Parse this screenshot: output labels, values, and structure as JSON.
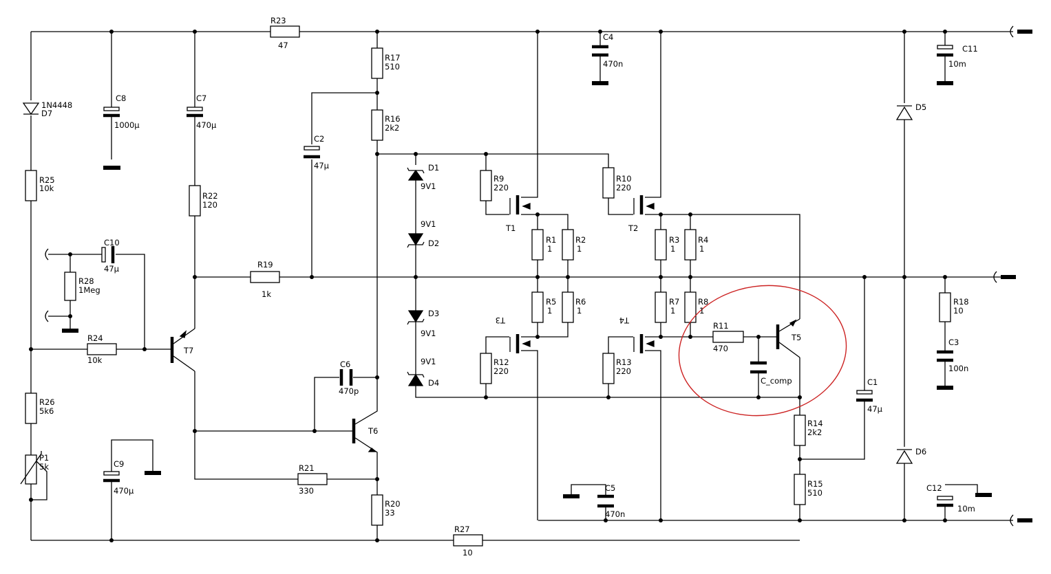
{
  "schematic": {
    "resistors": [
      {
        "id": "R1",
        "value": "1"
      },
      {
        "id": "R2",
        "value": "1"
      },
      {
        "id": "R3",
        "value": "1"
      },
      {
        "id": "R4",
        "value": "1"
      },
      {
        "id": "R5",
        "value": "1"
      },
      {
        "id": "R6",
        "value": "1"
      },
      {
        "id": "R7",
        "value": "1"
      },
      {
        "id": "R8",
        "value": "1"
      },
      {
        "id": "R9",
        "value": "220"
      },
      {
        "id": "R10",
        "value": "220"
      },
      {
        "id": "R11",
        "value": "470"
      },
      {
        "id": "R12",
        "value": "220"
      },
      {
        "id": "R13",
        "value": "220"
      },
      {
        "id": "R14",
        "value": "2k2"
      },
      {
        "id": "R15",
        "value": "510"
      },
      {
        "id": "R16",
        "value": "2k2"
      },
      {
        "id": "R17",
        "value": "510"
      },
      {
        "id": "R18",
        "value": "10"
      },
      {
        "id": "R19",
        "value": "1k"
      },
      {
        "id": "R20",
        "value": "33"
      },
      {
        "id": "R21",
        "value": "330"
      },
      {
        "id": "R22",
        "value": "120"
      },
      {
        "id": "R23",
        "value": "47"
      },
      {
        "id": "R24",
        "value": "10k"
      },
      {
        "id": "R25",
        "value": "10k"
      },
      {
        "id": "R26",
        "value": "5k6"
      },
      {
        "id": "R27",
        "value": "10"
      },
      {
        "id": "R28",
        "value": "1Meg"
      },
      {
        "id": "P1",
        "value": "5k"
      }
    ],
    "capacitors": [
      {
        "id": "C1",
        "value": "47µ"
      },
      {
        "id": "C2",
        "value": "47µ"
      },
      {
        "id": "C3",
        "value": "100n"
      },
      {
        "id": "C4",
        "value": "470n"
      },
      {
        "id": "C5",
        "value": "470n"
      },
      {
        "id": "C6",
        "value": "470p"
      },
      {
        "id": "C7",
        "value": "470µ"
      },
      {
        "id": "C8",
        "value": "1000µ"
      },
      {
        "id": "C9",
        "value": "470µ"
      },
      {
        "id": "C10",
        "value": "47µ"
      },
      {
        "id": "C11",
        "value": "10m"
      },
      {
        "id": "C12",
        "value": "10m"
      },
      {
        "id": "C_comp",
        "value": ""
      }
    ],
    "diodes": [
      {
        "id": "D1",
        "value": "9V1"
      },
      {
        "id": "D2",
        "value": "9V1"
      },
      {
        "id": "D3",
        "value": "9V1"
      },
      {
        "id": "D4",
        "value": "9V1"
      },
      {
        "id": "D5",
        "value": ""
      },
      {
        "id": "D6",
        "value": ""
      },
      {
        "id": "D7",
        "value": "1N4448"
      }
    ],
    "transistors": [
      "T1",
      "T2",
      "T3",
      "T4",
      "T5",
      "T6",
      "T7"
    ],
    "highlight_color": "#cc2222"
  }
}
